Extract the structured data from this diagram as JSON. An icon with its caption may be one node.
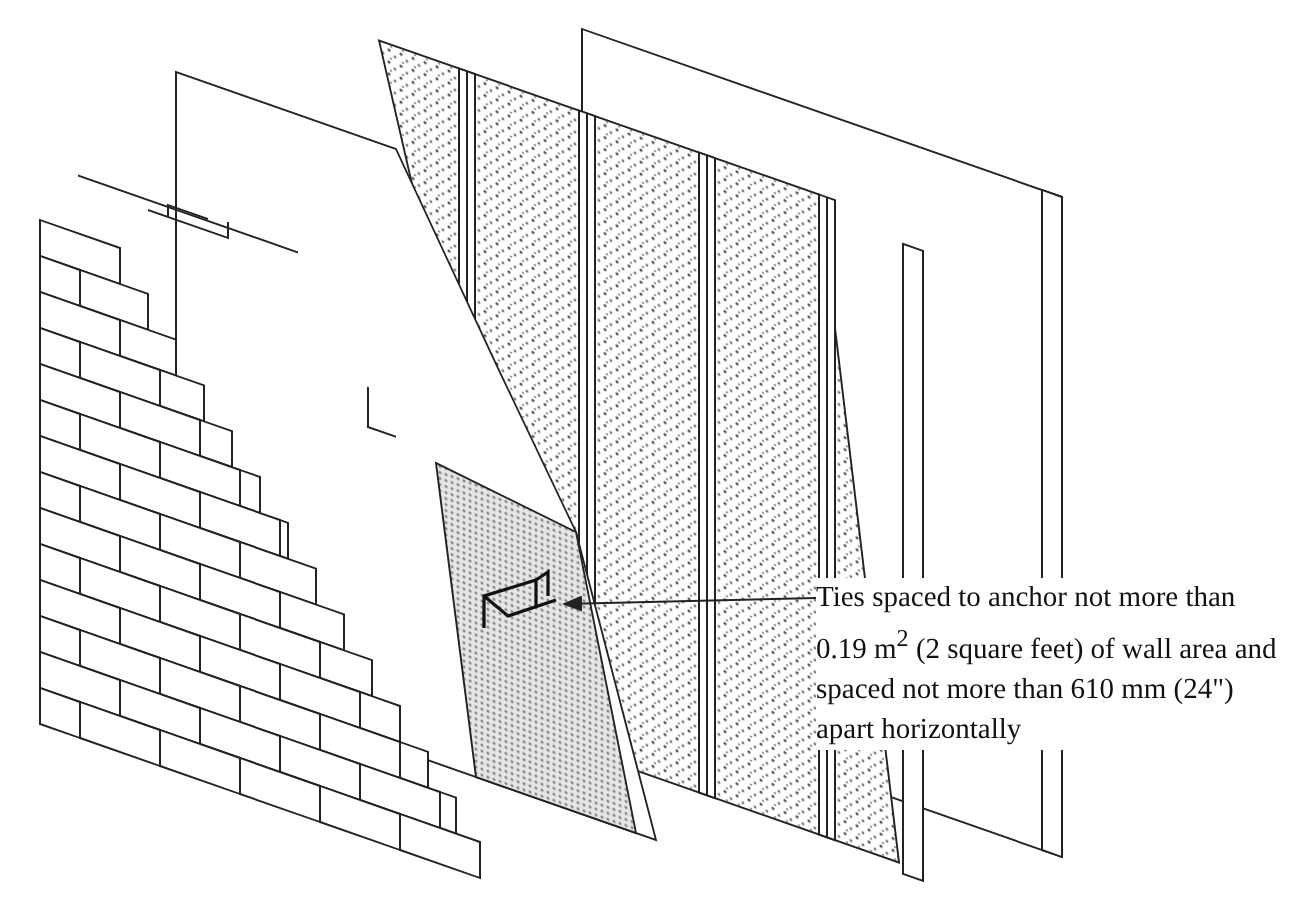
{
  "diagram": {
    "nodes": [
      {
        "text": [
          "Ties spaced to anchor not more than 0.19 m$^{2}$ (2 square feet) of wall area and spaced not more than 610 mm (24\") apart horizontally"
        ]
      },
      {
        "text": [],
        "shape": "picture"
      }
    ],
    "edges": [
      {
        "from": 0,
        "to": 1,
        "arrow": "to"
      }
    ]
  }
}
